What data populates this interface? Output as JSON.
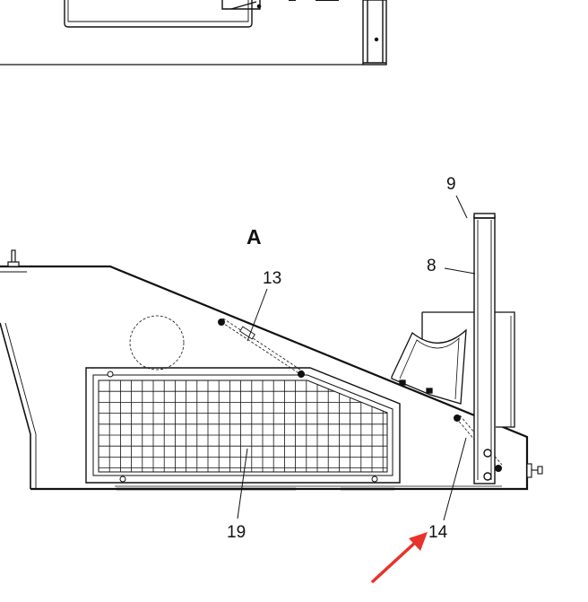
{
  "drawing": {
    "view_label": "A",
    "callouts": [
      {
        "id": "c9",
        "label": "9"
      },
      {
        "id": "c8",
        "label": "8"
      },
      {
        "id": "c13",
        "label": "13"
      },
      {
        "id": "c19",
        "label": "19"
      },
      {
        "id": "c14",
        "label": "14"
      }
    ],
    "colors": {
      "line": "#111111",
      "arrow": "#e8322b",
      "background": "#ffffff"
    }
  }
}
